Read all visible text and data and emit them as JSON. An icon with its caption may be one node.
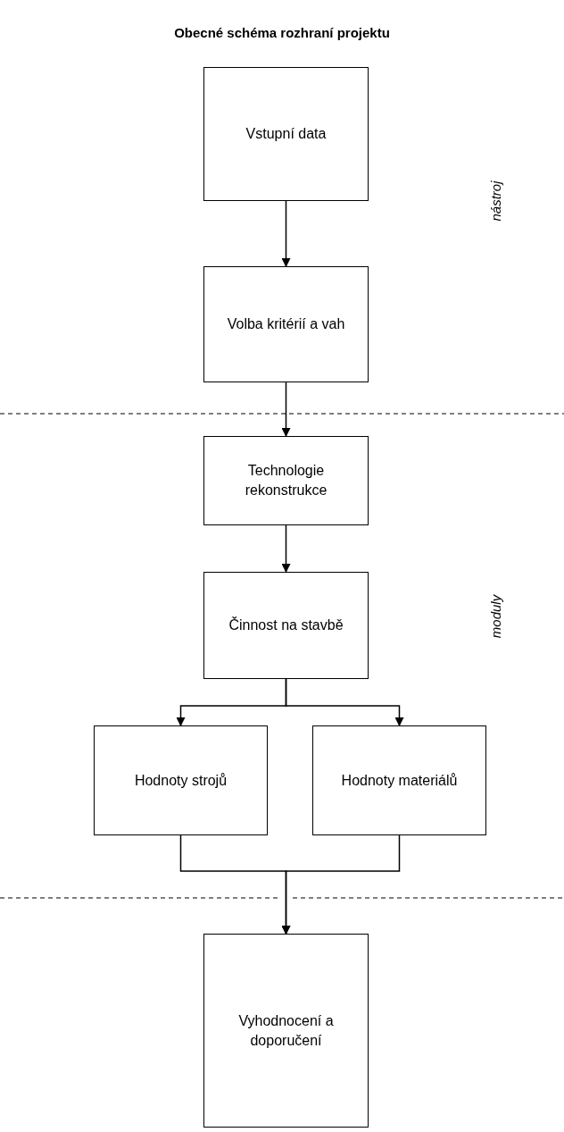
{
  "diagram": {
    "title": "Obecné schéma rozhraní projektu",
    "nodes": [
      {
        "text": [
          "Vstupní data"
        ]
      },
      {
        "text": [
          "Volba kritérií a vah"
        ]
      },
      {
        "text": [
          "Technologie rekonstrukce"
        ]
      },
      {
        "text": [
          "Činnost na stavbě"
        ]
      },
      {
        "text": [
          "Hodnoty strojů"
        ]
      },
      {
        "text": [
          "Hodnoty materiálů"
        ]
      },
      {
        "text": [
          "Vyhodnocení a doporučení"
        ]
      }
    ],
    "edges": [
      {
        "from": 0,
        "to": 1,
        "arrow": "to"
      },
      {
        "from": 1,
        "to": 2,
        "arrow": "to"
      },
      {
        "from": 2,
        "to": 3,
        "arrow": "to"
      },
      {
        "from": 3,
        "to": 4,
        "arrow": "to"
      },
      {
        "from": 3,
        "to": 5,
        "arrow": "to"
      },
      {
        "from": 4,
        "to": 6,
        "arrow": "to"
      },
      {
        "from": 5,
        "to": 6,
        "arrow": "to"
      }
    ],
    "labels": [
      "nástroj",
      "moduly"
    ]
  }
}
